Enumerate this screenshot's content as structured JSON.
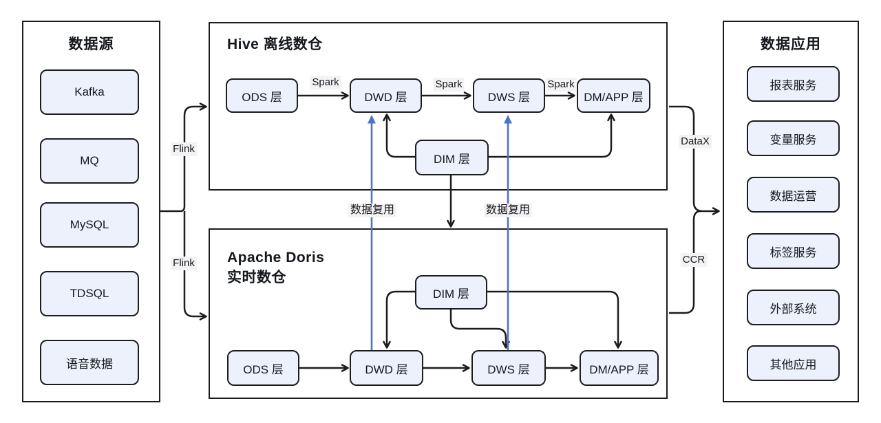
{
  "theme": {
    "line": "#1c1c1e",
    "blue": "#4d74c9",
    "node-fill": "#edf1fb",
    "node-border": "#1c1c1e",
    "label-bg": "#f3f3f4",
    "text": "#15181d",
    "bg": "#ffffff"
  },
  "sources": {
    "title": "数据源",
    "items": [
      "Kafka",
      "MQ",
      "MySQL",
      "TDSQL",
      "语音数据"
    ]
  },
  "apps": {
    "title": "数据应用",
    "items": [
      "报表服务",
      "变量服务",
      "数据运营",
      "标签服务",
      "外部系统",
      "其他应用"
    ]
  },
  "hive": {
    "title": "Hive 离线数仓",
    "ods": "ODS 层",
    "dwd": "DWD 层",
    "dws": "DWS 层",
    "dm": "DM/APP 层",
    "dim": "DIM 层"
  },
  "doris": {
    "title_line1": "Apache Doris",
    "title_line2": "实时数仓",
    "ods": "ODS 层",
    "dwd": "DWD 层",
    "dws": "DWS 层",
    "dm": "DM/APP 层",
    "dim": "DIM 层"
  },
  "edge_labels": {
    "spark": "Spark",
    "flink": "Flink",
    "datax": "DataX",
    "ccr": "CCR",
    "reuse": "数据复用"
  }
}
